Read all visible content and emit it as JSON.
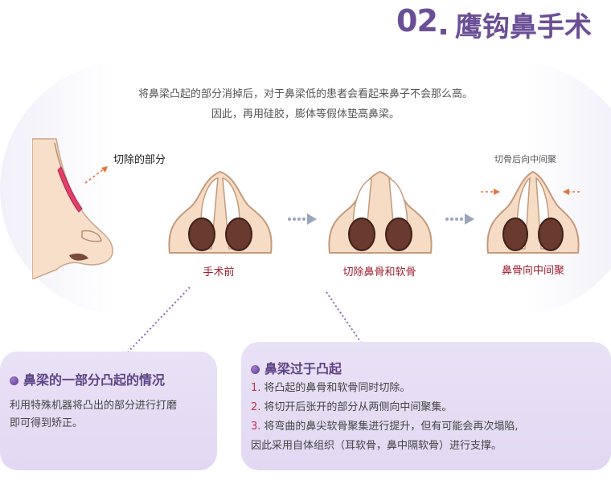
{
  "header": {
    "number": "02",
    "title": "鹰钩鼻手术"
  },
  "intro": {
    "line1": "将鼻梁凸起的部分消掉后，对于鼻梁低的患者会看起来鼻子不会那么高。",
    "line2": "因此，再用硅胶，膨体等假体垫高鼻梁。"
  },
  "diagram": {
    "cut_label": "切除的部分",
    "gather_label": "切骨后向中间聚",
    "steps": [
      "手术前",
      "切除鼻骨和软骨",
      "鼻骨向中间聚"
    ]
  },
  "box_left": {
    "title": "鼻梁的一部分凸起的情况",
    "line1": "利用特殊机器将凸出的部分进行打磨",
    "line2": "即可得到矫正。"
  },
  "box_right": {
    "title": "鼻梁过于凸起",
    "items": [
      {
        "num": "1.",
        "text": "将凸起的鼻骨和软骨同时切除。"
      },
      {
        "num": "2.",
        "text": "将切开后张开的部分从两侧向中间聚集。"
      },
      {
        "num": "3.",
        "text": "将弯曲的鼻尖软骨聚集进行提升，但有可能会再次塌陷,"
      }
    ],
    "item3_cont": "因此采用自体组织（耳软骨，鼻中隔软骨）进行支撑。"
  },
  "colors": {
    "brand": "#6b4f96",
    "accent_red": "#a02030",
    "skin": "#f6dcc4",
    "box": "#e6ddf4"
  }
}
